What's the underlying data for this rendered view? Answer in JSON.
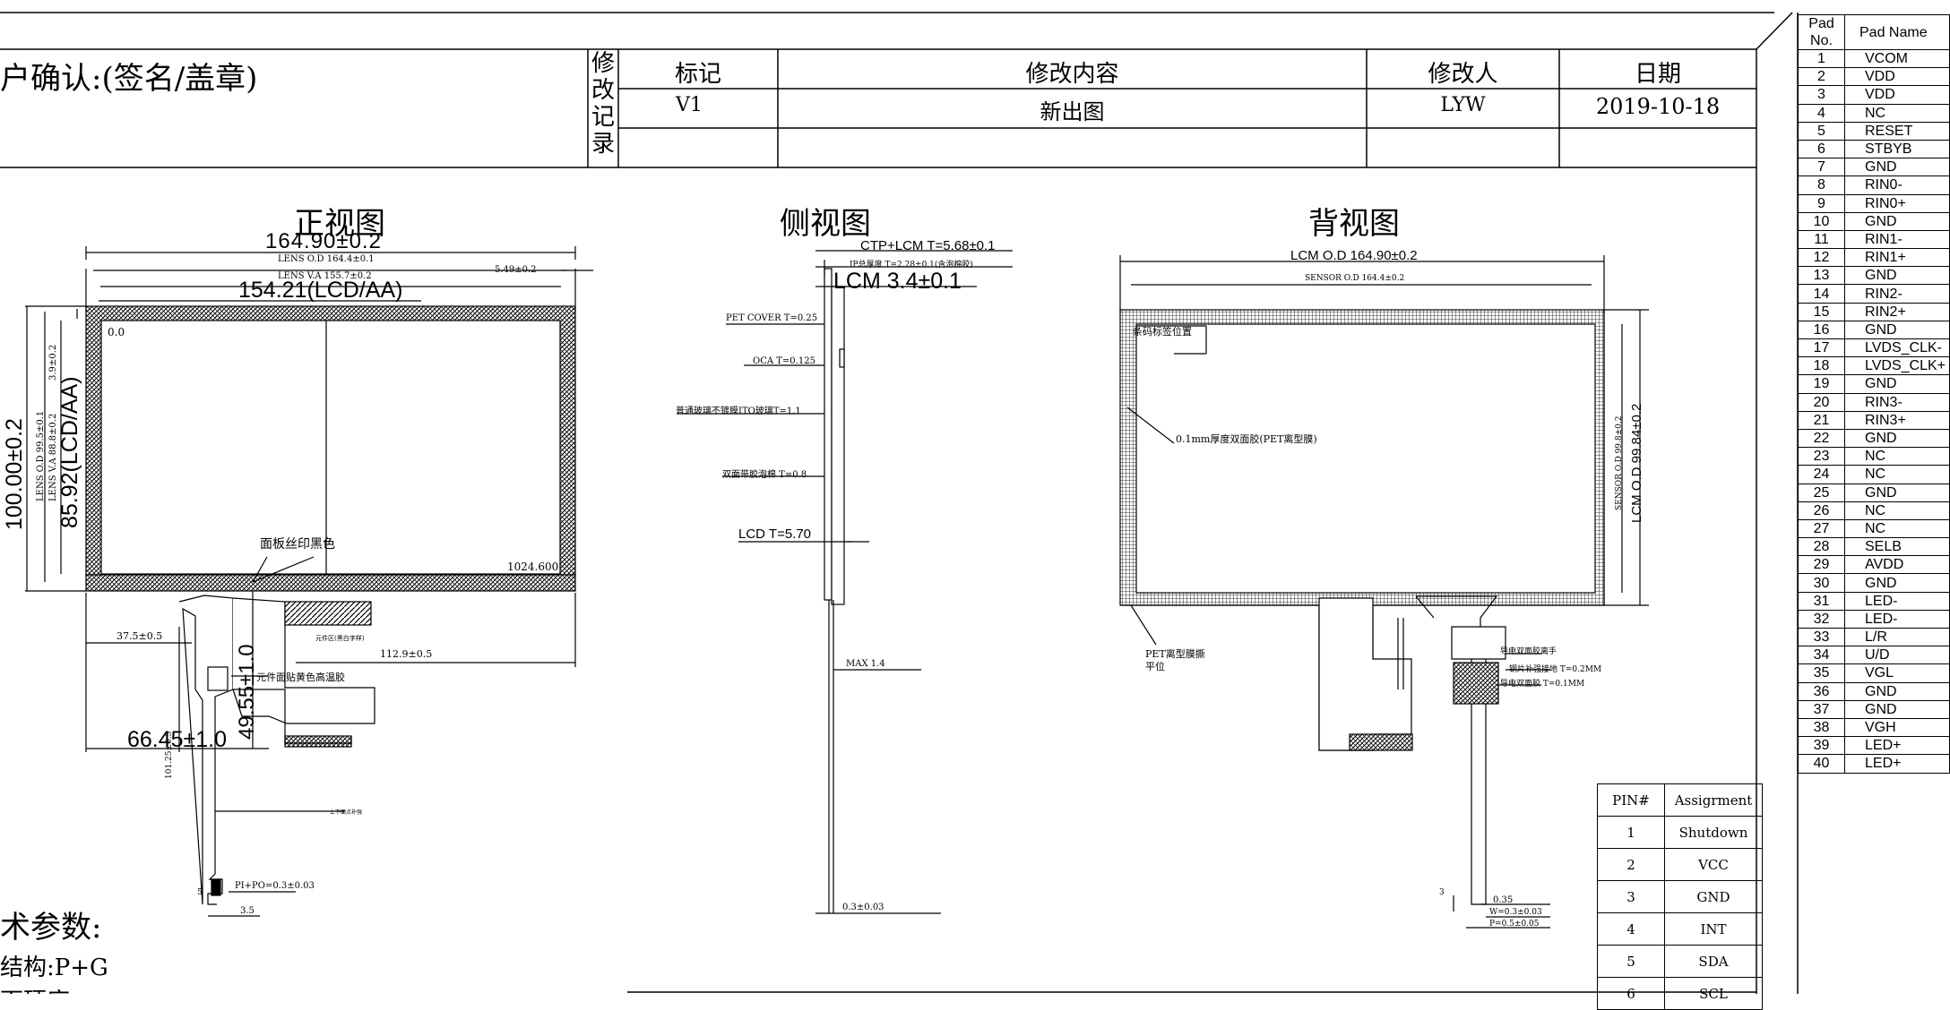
{
  "header": {
    "customer_confirm": "户确认:(签名/盖章)",
    "revision_vertical": [
      "修",
      "改",
      "记",
      "录"
    ],
    "col_mark": "标记",
    "col_content": "修改内容",
    "col_modifier": "修改人",
    "col_date": "日期",
    "row1_mark": "V1",
    "row1_content": "新出图",
    "row1_modifier": "LYW",
    "row1_date": "2019-10-18"
  },
  "front_view": {
    "title": "正视图",
    "dim_outline": "164.90±0.2",
    "dim_lens_od": "LENS O.D 164.4±0.1",
    "dim_lens_va": "LENS V.A 155.7±0.2",
    "dim_side_right": "5.49±0.2",
    "dim_aa_width": "154.21(LCD/AA)",
    "dim_height": "100.00±0.2",
    "dim_lens_od_h": "LENS O.D 99.5±0.1",
    "dim_lens_va_h": "LENS V.A 88.8±0.2",
    "dim_top_gap": "3.9±0.2",
    "dim_aa_height": "85.92(LCD/AA)",
    "origin": "0.0",
    "resolution": "1024.600",
    "bezel_note": "面板丝印黑色",
    "fpc_left": "37.5±0.5",
    "fpc_right": "112.9±0.5",
    "fpc_zone_note": "元件区(黑白字样)",
    "component_note": "元件面贴黄色高温胶",
    "dim_fpc_len": "49.55±1.0",
    "dim_fpc_pos": "66.45±1.0",
    "dim_tail_len": "101.25±0.5",
    "tail_note": "上下面点补强",
    "stiffener": "PI+PO=0.3±0.03",
    "tail_w": "3.5",
    "tail_h": "5"
  },
  "side_view": {
    "title": "侧视图",
    "dim_total": "CTP+LCM T=5.68±0.1",
    "dim_glue": "IP总厚度 T=2.28±0.1(含泡棉胶)",
    "dim_lcm": "LCM 3.4±0.1",
    "pet_cover": "PET COVER T=0.25",
    "oca": "OCA T=0.125",
    "sensor": "普通玻璃不镀膜ITO玻璃T=1.1",
    "foam": "双面带胶泡棉 T=0.8",
    "lcd": "LCD T=5.70",
    "max": "MAX 1.4",
    "tail_t": "0.3±0.03"
  },
  "back_view": {
    "title": "背视图",
    "dim_lcm_od": "LCM O.D 164.90±0.2",
    "dim_sensor_od": "SENSOR O.D 164.4±0.2",
    "label_area": "条码标签位置",
    "double_tape": "0.1mm厚度双面胶(PET离型膜)",
    "dim_sensor_h": "SENSOR O.D 99.8±0.2",
    "dim_lcm_h": "LCM O.D 99.84±0.2",
    "pet_note_1": "PET离型膜撕",
    "pet_note_2": "平位",
    "tape_note_1": "导电双面胶离手",
    "tape_note_2": "钢片补强接地 T=0.2MM",
    "tape_note_3": "导电双面胶 T=0.1MM",
    "pin_pitch": "0.35",
    "pin_w": "W=0.3±0.03",
    "pin_p": "P=0.5±0.05",
    "pin_h": "3"
  },
  "params": {
    "title": "术参数:",
    "structure": "结构:P+G",
    "cut_line": "面硬度"
  },
  "pin_table": {
    "head_pin": "PIN#",
    "head_assign": "Assigrment",
    "rows": [
      [
        "1",
        "Shutdown"
      ],
      [
        "2",
        "VCC"
      ],
      [
        "3",
        "GND"
      ],
      [
        "4",
        "INT"
      ],
      [
        "5",
        "SDA"
      ],
      [
        "6",
        "SCL"
      ]
    ]
  },
  "pad_table": {
    "head_no": "Pad No.",
    "head_name": "Pad Name",
    "rows": [
      [
        "1",
        "VCOM"
      ],
      [
        "2",
        "VDD"
      ],
      [
        "3",
        "VDD"
      ],
      [
        "4",
        "NC"
      ],
      [
        "5",
        "RESET"
      ],
      [
        "6",
        "STBYB"
      ],
      [
        "7",
        "GND"
      ],
      [
        "8",
        "RIN0-"
      ],
      [
        "9",
        "RIN0+"
      ],
      [
        "10",
        "GND"
      ],
      [
        "11",
        "RIN1-"
      ],
      [
        "12",
        "RIN1+"
      ],
      [
        "13",
        "GND"
      ],
      [
        "14",
        "RIN2-"
      ],
      [
        "15",
        "RIN2+"
      ],
      [
        "16",
        "GND"
      ],
      [
        "17",
        "LVDS_CLK-"
      ],
      [
        "18",
        "LVDS_CLK+"
      ],
      [
        "19",
        "GND"
      ],
      [
        "20",
        "RIN3-"
      ],
      [
        "21",
        "RIN3+"
      ],
      [
        "22",
        "GND"
      ],
      [
        "23",
        "NC"
      ],
      [
        "24",
        "NC"
      ],
      [
        "25",
        "GND"
      ],
      [
        "26",
        "NC"
      ],
      [
        "27",
        "NC"
      ],
      [
        "28",
        "SELB"
      ],
      [
        "29",
        "AVDD"
      ],
      [
        "30",
        "GND"
      ],
      [
        "31",
        "LED-"
      ],
      [
        "32",
        "LED-"
      ],
      [
        "33",
        "L/R"
      ],
      [
        "34",
        "U/D"
      ],
      [
        "35",
        "VGL"
      ],
      [
        "36",
        "GND"
      ],
      [
        "37",
        "GND"
      ],
      [
        "38",
        "VGH"
      ],
      [
        "39",
        "LED+"
      ],
      [
        "40",
        "LED+"
      ]
    ]
  }
}
